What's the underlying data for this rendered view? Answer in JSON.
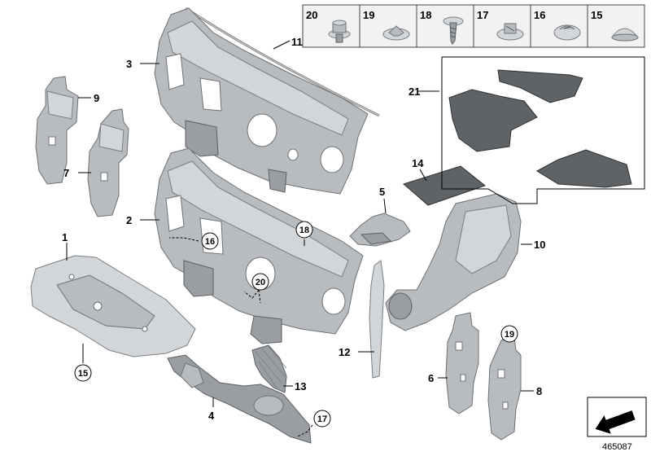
{
  "callouts": {
    "n1": "1",
    "n2": "2",
    "n3": "3",
    "n4": "4",
    "n5": "5",
    "n6": "6",
    "n7": "7",
    "n8": "8",
    "n9": "9",
    "n10": "10",
    "n11": "11",
    "n12": "12",
    "n13": "13",
    "n14": "14",
    "n21": "21"
  },
  "circled": {
    "c15": "15",
    "c16": "16",
    "c17": "17",
    "c18": "18",
    "c19": "19",
    "c20": "20"
  },
  "fastener_strip": [
    "20",
    "19",
    "18",
    "17",
    "16",
    "15"
  ],
  "catalog_number": "465087"
}
